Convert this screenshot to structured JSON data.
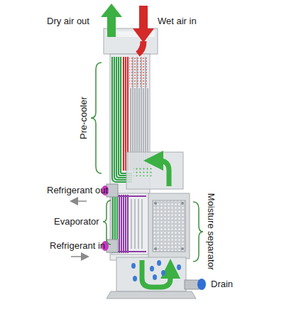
{
  "diagram": {
    "labels": [
      "Dry air out",
      "Wet air in",
      "Pre-cooler",
      "Refrigerant out",
      "Evaporator",
      "Refrigerant in",
      "Moisture separator",
      "Drain"
    ]
  }
}
